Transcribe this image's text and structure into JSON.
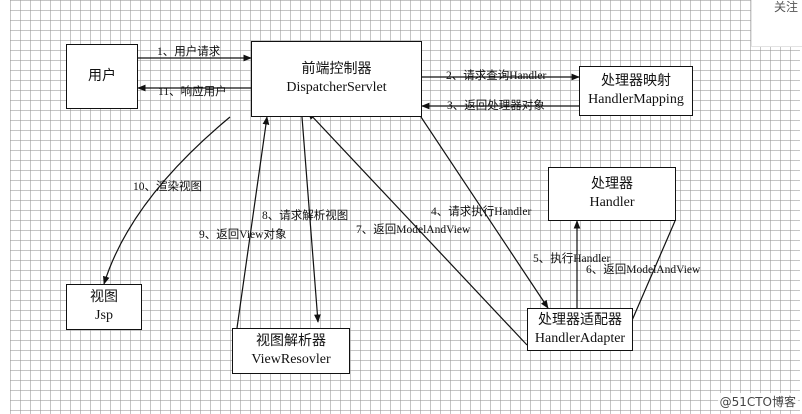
{
  "side_panel": {
    "label": "关注"
  },
  "boxes": {
    "user": {
      "line1": "用户"
    },
    "dispatcher": {
      "line1": "前端控制器",
      "line2": "DispatcherServlet"
    },
    "mapping": {
      "line1": "处理器映射",
      "line2": "HandlerMapping"
    },
    "handler": {
      "line1": "处理器",
      "line2": "Handler"
    },
    "adapter": {
      "line1": "处理器适配器",
      "line2": "HandlerAdapter"
    },
    "view": {
      "line1": "视图",
      "line2": "Jsp"
    },
    "resolver": {
      "line1": "视图解析器",
      "line2": "ViewResovler"
    }
  },
  "labels": {
    "step1": "1、用户请求",
    "step11": "11、响应用户",
    "step2": "2、请求查询Handler",
    "step3": "3、返回处理器对象",
    "step4": "4、请求执行Handler",
    "step5": "5、执行Handler",
    "step6": "6、返回ModelAndView",
    "step7": "7、返回ModelAndView",
    "step8": "8、请求解析视图",
    "step9": "9、返回View对象",
    "step10": "10、渲染视图"
  },
  "watermark": "@51CTO博客"
}
